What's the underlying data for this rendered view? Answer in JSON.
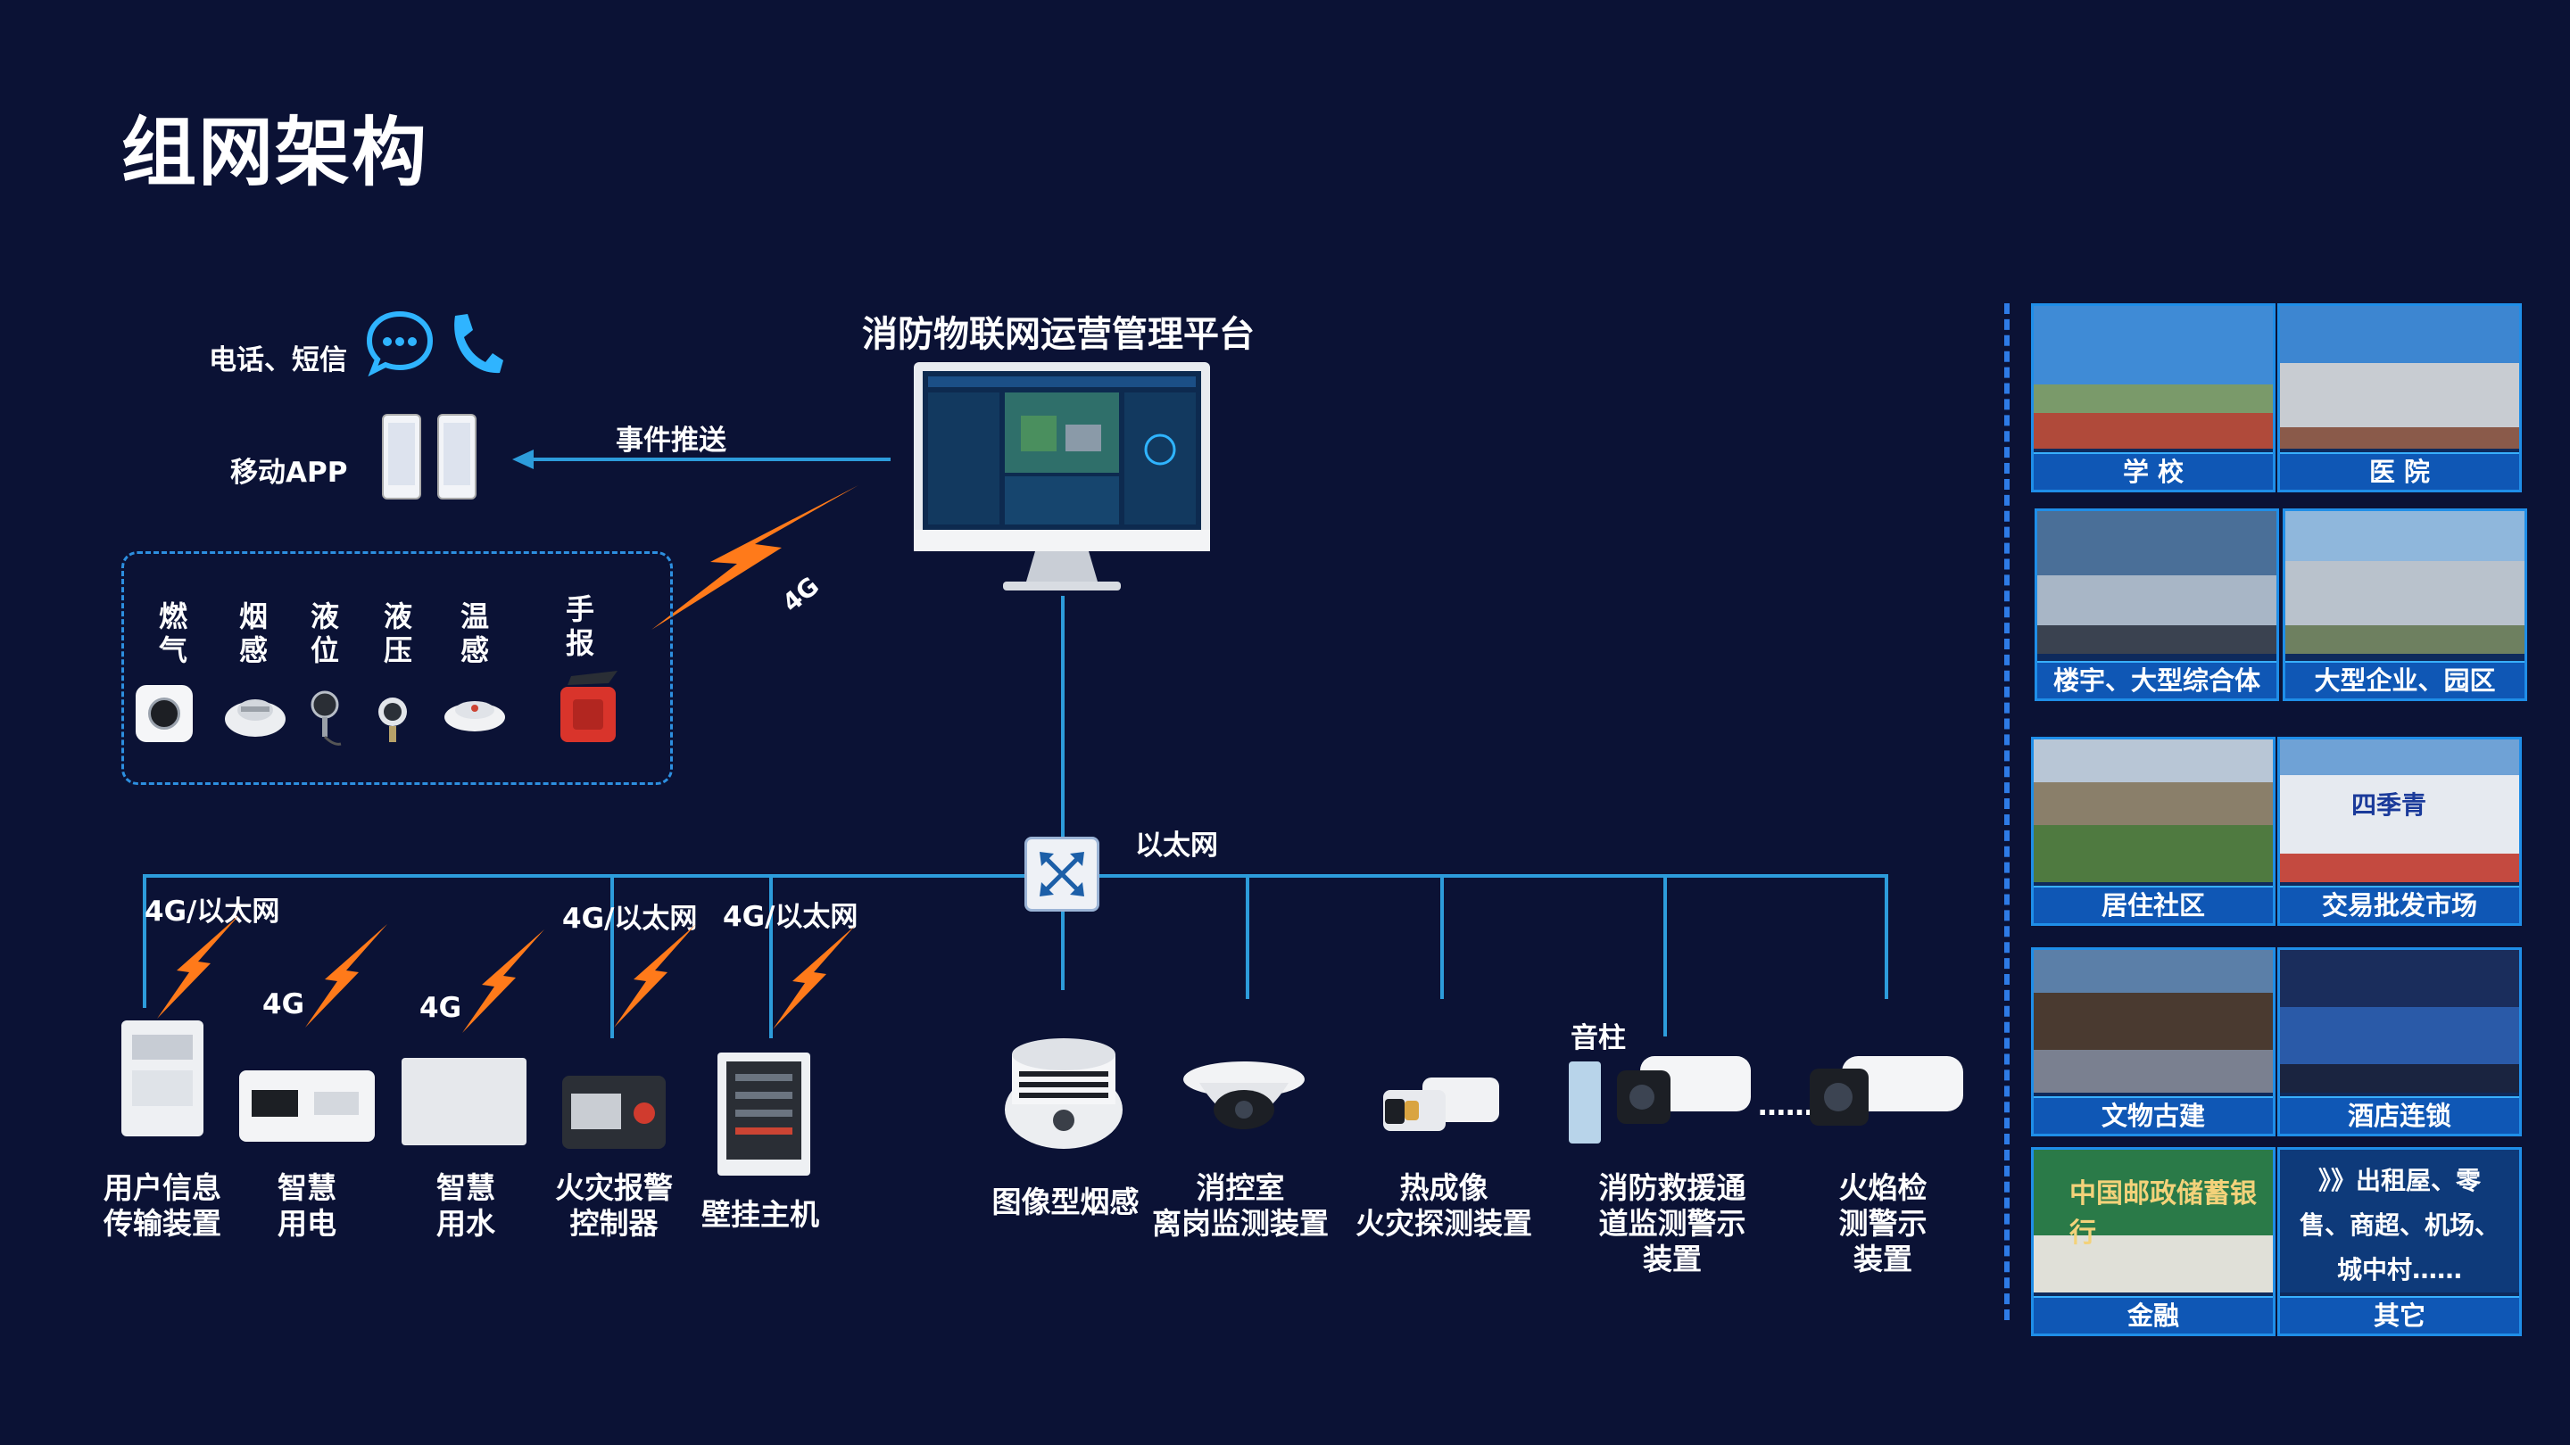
{
  "page": {
    "title": "组网架构"
  },
  "platform": {
    "title": "消防物联网运营管理平台",
    "event_push": "事件推送"
  },
  "notify": {
    "phone_sms": "电话、短信",
    "mobile_app": "移动APP"
  },
  "sensors": {
    "link_4g": "4G",
    "items": [
      {
        "name": "燃\n气",
        "icon": "gas-detector-icon"
      },
      {
        "name": "烟\n感",
        "icon": "smoke-detector-icon"
      },
      {
        "name": "液\n位",
        "icon": "level-sensor-icon"
      },
      {
        "name": "液\n压",
        "icon": "pressure-sensor-icon"
      },
      {
        "name": "温\n感",
        "icon": "temperature-sensor-icon"
      },
      {
        "name": "手\n报",
        "icon": "manual-alarm-icon"
      }
    ]
  },
  "network": {
    "ethernet": "以太网",
    "links": [
      "4G/以太网",
      "4G",
      "4G",
      "4G/以太网",
      "4G/以太网"
    ]
  },
  "devices": [
    {
      "label": "用户信息\n传输装置"
    },
    {
      "label": "智慧\n用电"
    },
    {
      "label": "智慧\n用水"
    },
    {
      "label": "火灾报警\n控制器"
    },
    {
      "label": "壁挂主机"
    },
    {
      "label": "图像型烟感"
    },
    {
      "label": "消控室\n离岗监测装置"
    },
    {
      "label": "热成像\n火灾探测装置"
    },
    {
      "label": "消防救援通\n道监测警示\n装置"
    },
    {
      "label": "火焰检\n测警示\n装置"
    }
  ],
  "pillar_label": "音柱",
  "ellipsis": "……",
  "scenarios": [
    {
      "label": "学 校"
    },
    {
      "label": "医 院"
    },
    {
      "label": "楼宇、大型综合体"
    },
    {
      "label": "大型企业、园区"
    },
    {
      "label": "居住社区"
    },
    {
      "label": "交易批发市场"
    },
    {
      "label": "文物古建"
    },
    {
      "label": "酒店连锁"
    },
    {
      "label": "金融"
    },
    {
      "label": "其它"
    }
  ],
  "scenario_texts": {
    "other_desc": "》》出租屋、零\n售、商超、机场、\n城中村……",
    "bank_sign": "中国邮政储蓄银行",
    "market_sign": "四季青"
  },
  "colors": {
    "background": "#0b1235",
    "line": "#2d9cdb",
    "lightning": "#ff7a1a",
    "caption_bar": "#0f57b5"
  }
}
